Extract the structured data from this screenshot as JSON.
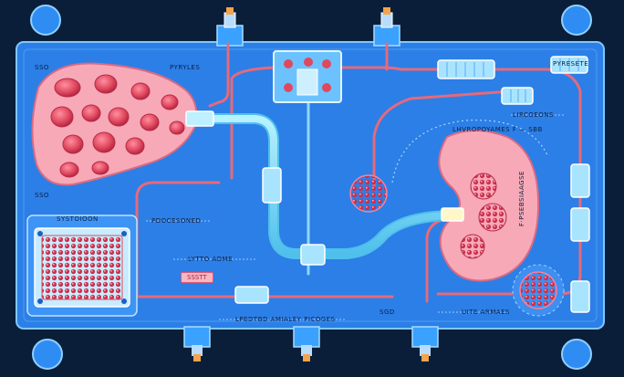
{
  "labels": {
    "top_left_code": "SSO",
    "liver_title": "PYRYLES",
    "liver_code": "SSO",
    "cell_panel_title": "SYSTOIOON",
    "processed": "PDOCESONED",
    "lytto_adme": "LYTTO ADME",
    "alert_tag": "SSSTT",
    "right_top_title": "LIRCOEONS",
    "arc_label": "LHVROPOYAMES F — SBB",
    "bottom_center": "LPEDTBD AMIALEY PICOGES",
    "bottom_small": "SGD",
    "bottom_right": "UITE ARMAES",
    "right_vertical": "F·PSEBSIAAGSE",
    "top_right_code": "PYRESETE"
  },
  "colors": {
    "background": "#0a1e3a",
    "panel": "#2c7fe6",
    "panel_border": "#7ec8ff",
    "tube": "#6fd6f5",
    "vessel": "#e56a7c",
    "organ_pink": "#f7a9b8",
    "cell_red": "#e0485e"
  }
}
